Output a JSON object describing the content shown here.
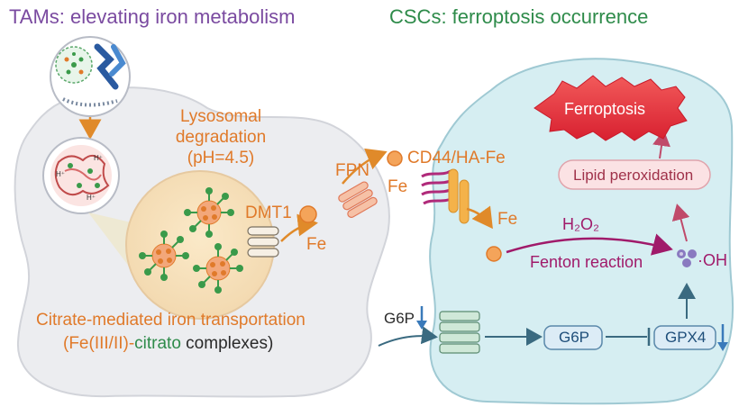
{
  "titles": {
    "tams": "TAMs: elevating iron metabolism",
    "cscs": "CSCs: ferroptosis occurrence"
  },
  "labels": {
    "lysosomal_1": "Lysosomal",
    "lysosomal_2": "degradation",
    "lysosomal_3": "(pH=4.5)",
    "dmt1": "DMT1",
    "fe_dmt1": "Fe",
    "fpn": "FPN",
    "fe_fpn": "Fe",
    "cd44": "CD44/HA-Fe",
    "fe_cd44": "Fe",
    "h2o2": "H₂O₂",
    "fenton": "Fenton reaction",
    "oh": "·OH",
    "ferroptosis": "Ferroptosis",
    "lipid": "Lipid peroxidation",
    "g6p_left": "G6P",
    "g6p_box": "G6P",
    "gpx4": "GPX4",
    "citrate_line1": "Citrate-mediated iron transportation",
    "citrate_line2_a": "(Fe(III/II)-",
    "citrate_line2_b": "citrato",
    "citrate_line2_c": " complexes)"
  },
  "colors": {
    "tam_title": "#7a4aa0",
    "csc_title": "#2e8b4a",
    "orange": "#e07a2a",
    "csc_cell": "#d6eef2",
    "tam_cell": "#ecedf0",
    "ferroptosis": "#e8323a",
    "magenta": "#a01a6a"
  }
}
